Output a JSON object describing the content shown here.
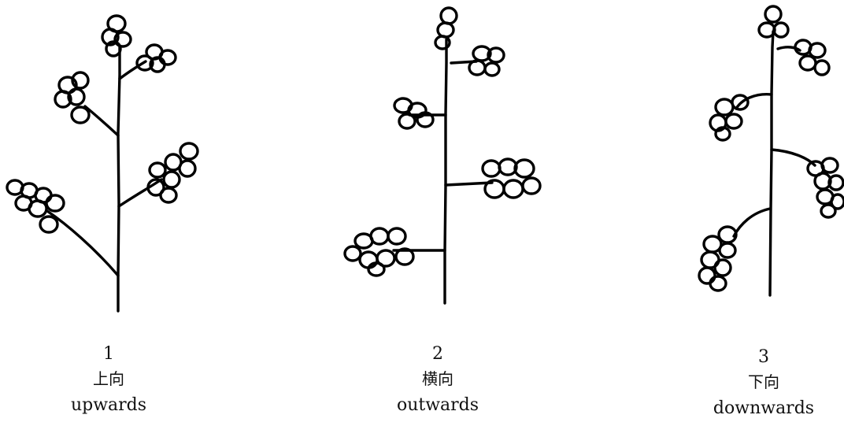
{
  "panels": [
    {
      "number": "1",
      "label_jp": "上向",
      "label_en": "upwards"
    },
    {
      "number": "2",
      "label_jp": "横向",
      "label_en": "outwards"
    },
    {
      "number": "3",
      "label_jp": "下向",
      "label_en": "downwards"
    }
  ]
}
